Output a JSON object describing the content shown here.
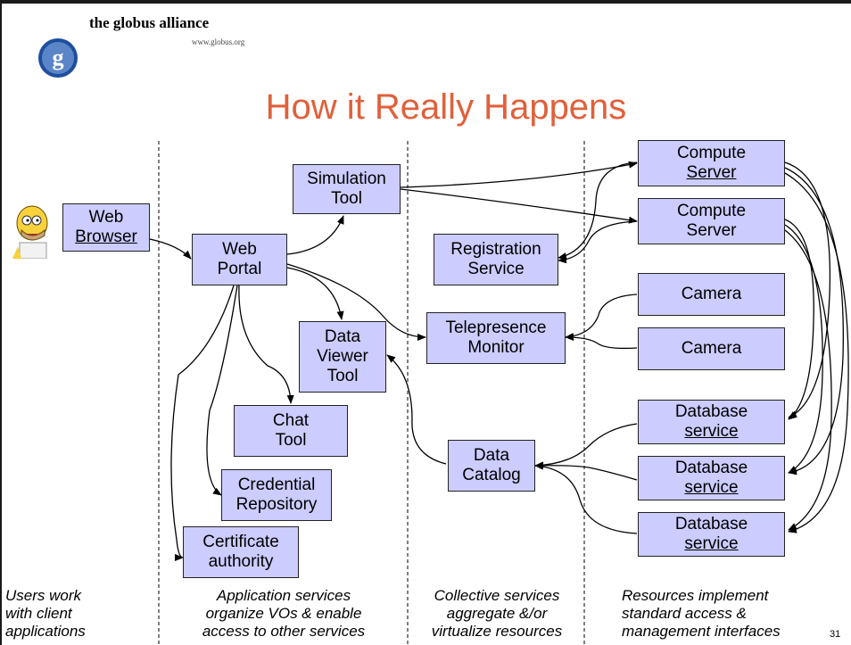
{
  "header": {
    "logo_name": "the globus alliance",
    "logo_url": "www.globus.org",
    "logo_letter": "g",
    "title": "How it Really Happens",
    "page_number": "31"
  },
  "colors": {
    "box_fill": "#ccccff",
    "title": "#e0603a",
    "logo_blue": "#1f4e9e"
  },
  "nodes": {
    "web_browser": [
      "Web",
      "Browser"
    ],
    "web_portal": [
      "Web",
      "Portal"
    ],
    "simulation_tool": [
      "Simulation",
      "Tool"
    ],
    "registration_service": [
      "Registration",
      "Service"
    ],
    "telepresence_monitor": [
      "Telepresence",
      "Monitor"
    ],
    "data_viewer_tool": [
      "Data",
      "Viewer",
      "Tool"
    ],
    "chat_tool": [
      "Chat",
      "Tool"
    ],
    "credential_repository": [
      "Credential",
      "Repository"
    ],
    "certificate_authority": [
      "Certificate",
      "authority"
    ],
    "data_catalog": [
      "Data",
      "Catalog"
    ],
    "compute_server_1": [
      "Compute",
      "Server"
    ],
    "compute_server_2": [
      "Compute",
      "Server"
    ],
    "camera_1": [
      "Camera"
    ],
    "camera_2": [
      "Camera"
    ],
    "database_service_1": [
      "Database",
      "service"
    ],
    "database_service_2": [
      "Database",
      "service"
    ],
    "database_service_3": [
      "Database",
      "service"
    ]
  },
  "captions": {
    "users": [
      "Users work",
      "with client",
      "applications"
    ],
    "application_services": [
      "Application services",
      "organize VOs & enable",
      "access to other services"
    ],
    "collective_services": [
      "Collective services",
      "aggregate &/or",
      "virtualize resources"
    ],
    "resources": [
      "Resources implement",
      "standard access &",
      "management interfaces"
    ]
  },
  "icons": {
    "user": "homer-figure-icon",
    "logo": "globus-g-logo-icon"
  }
}
